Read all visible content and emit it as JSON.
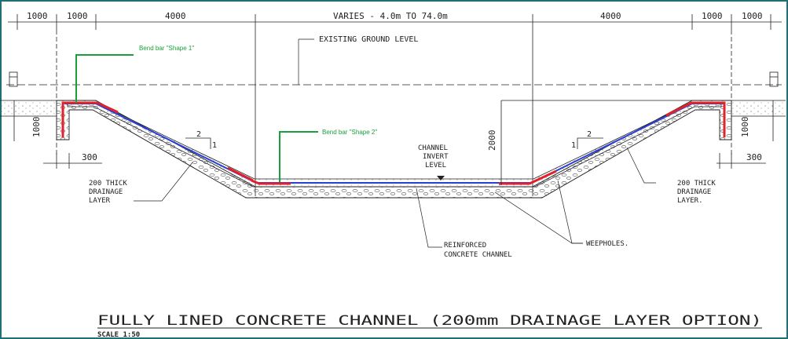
{
  "dimensions": {
    "left_outer": "1000",
    "left_inner": "1000",
    "left_slope": "4000",
    "base_span": "VARIES - 4.0m TO 74.0m",
    "right_slope": "4000",
    "right_inner": "1000",
    "right_outer": "1000",
    "left_depth": "1000",
    "right_depth": "1000",
    "channel_depth": "2000",
    "left_toe": "300",
    "right_toe": "300"
  },
  "labels": {
    "ground_level": "EXISTING GROUND LEVEL",
    "bend_bar_1": "Bend bar \"Shape 1\"",
    "bend_bar_2": "Bend bar \"Shape 2\"",
    "channel_invert_1": "CHANNEL",
    "channel_invert_2": "INVERT",
    "channel_invert_3": "LEVEL",
    "drainage_left_1": "200 THICK",
    "drainage_left_2": "DRAINAGE",
    "drainage_left_3": "LAYER",
    "drainage_right_1": "200 THICK",
    "drainage_right_2": "DRAINAGE",
    "drainage_right_3": "LAYER.",
    "reinforced_1": "REINFORCED",
    "reinforced_2": "CONCRETE CHANNEL",
    "weepholes": "WEEPHOLES.",
    "slope_left_rise": "2",
    "slope_left_run": "1",
    "slope_right_rise": "2",
    "slope_right_run": "1"
  },
  "title": {
    "main": "FULLY LINED CONCRETE CHANNEL (200mm DRAINAGE LAYER OPTION)",
    "scale": "SCALE 1:50"
  },
  "colors": {
    "frame": "#1f6f73",
    "bend_bar": "#1aa03a",
    "rebar_red": "#e0232b",
    "rebar_blue": "#2b3fd6"
  }
}
